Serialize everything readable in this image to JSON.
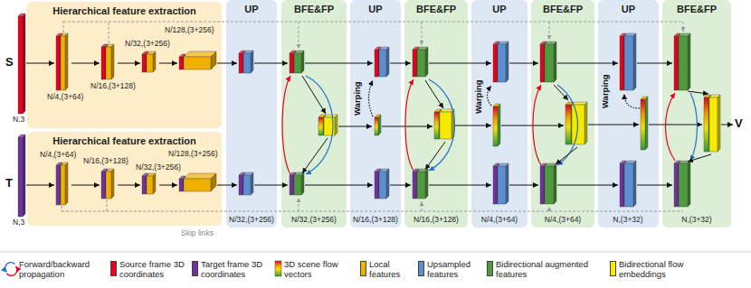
{
  "diagram": {
    "nodes": [
      {
        "text": [
          "Hierarchical feature extraction"
        ]
      },
      {
        "text": [
          "Hierarchical feature extraction"
        ]
      },
      {
        "text": [
          "UP"
        ]
      },
      {
        "text": [
          "BFE&FP"
        ]
      },
      {
        "text": [
          "UP"
        ]
      },
      {
        "text": [
          "BFE&FP"
        ]
      },
      {
        "text": [
          "UP"
        ]
      },
      {
        "text": [
          "BFE&FP"
        ]
      },
      {
        "text": [
          "UP"
        ]
      },
      {
        "text": [
          "BFE&FP"
        ]
      }
    ],
    "labels": [
      "S",
      "T",
      "N,3",
      "N,3",
      "N/4,(3+64)",
      "N/16,(3+128)",
      "N/32,(3+256)",
      "N/128,(3+256)",
      "N/4,(3+64)",
      "N/16,(3+128)",
      "N/32,(3+256)",
      "N/128,(3+256)",
      "N/32,(3+256)",
      "N/32,(3+256)",
      "N/16,(3+128)",
      "N/16,(3+128)",
      "N/4,(3+64)",
      "N/4,(3+64)",
      "N,(3+32)",
      "N,(3+32)",
      "Warping",
      "Warping",
      "Warping",
      "V",
      "Skip links"
    ],
    "legend": [
      {
        "text": "Forward/backward propagation"
      },
      {
        "text": "Source frame 3D coordinates",
        "color": "#e8001c"
      },
      {
        "text": "Target frame 3D coordinates",
        "color": "#7030a0"
      },
      {
        "text": "3D scene flow vectors"
      },
      {
        "text": "Local features",
        "color": "#f0b000"
      },
      {
        "text": "Upsampled features",
        "color": "#5b8fd0"
      },
      {
        "text": "Bidirectional augmented features",
        "color": "#4e9a3c"
      },
      {
        "text": "Bidirectional flow embeddings",
        "color": "#f5ea00"
      }
    ]
  }
}
